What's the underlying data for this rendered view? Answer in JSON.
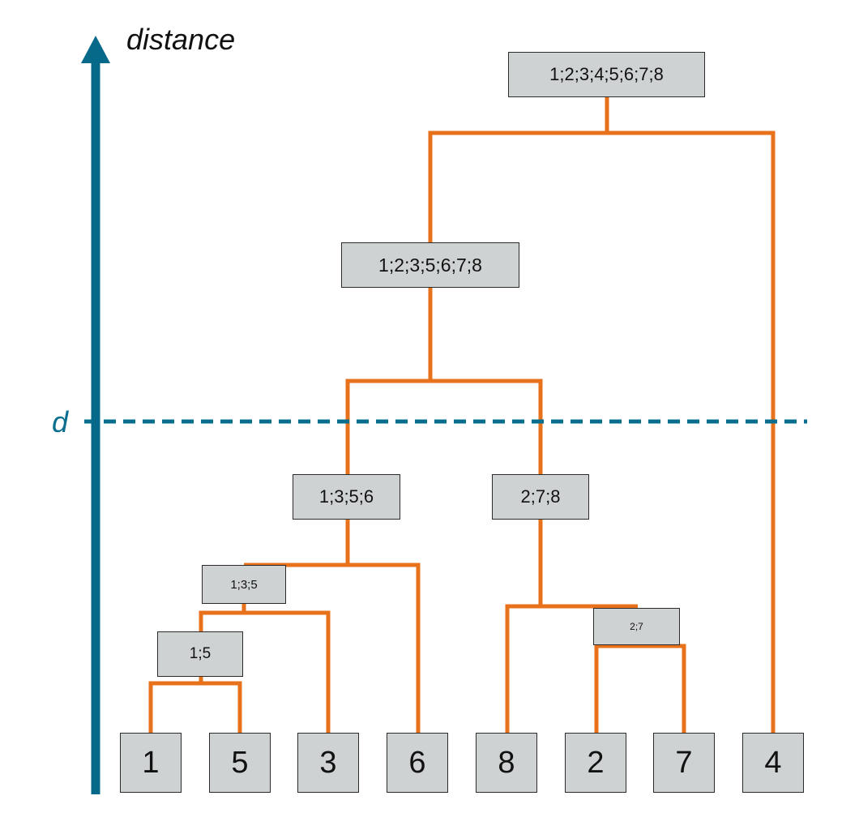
{
  "axis": {
    "title": "distance",
    "color": "#07698a"
  },
  "cutoff": {
    "label": "d",
    "color": "#0a6f8f",
    "style": "dashed"
  },
  "link_color": "#e8711c",
  "box_fill": "#cfd2d3",
  "leaves": [
    "1",
    "5",
    "3",
    "6",
    "8",
    "2",
    "7",
    "4"
  ],
  "clusters": [
    {
      "label": "1;5",
      "members": [
        "1",
        "5"
      ]
    },
    {
      "label": "1;3;5",
      "members": [
        "1;5",
        "3"
      ]
    },
    {
      "label": "2;7",
      "members": [
        "2",
        "7"
      ]
    },
    {
      "label": "1;3;5;6",
      "members": [
        "1;3;5",
        "6"
      ]
    },
    {
      "label": "2;7;8",
      "members": [
        "8",
        "2;7"
      ]
    },
    {
      "label": "1;2;3;5;6;7;8",
      "members": [
        "1;3;5;6",
        "2;7;8"
      ]
    },
    {
      "label": "1;2;3;4;5;6;7;8",
      "members": [
        "1;2;3;5;6;7;8",
        "4"
      ]
    }
  ]
}
